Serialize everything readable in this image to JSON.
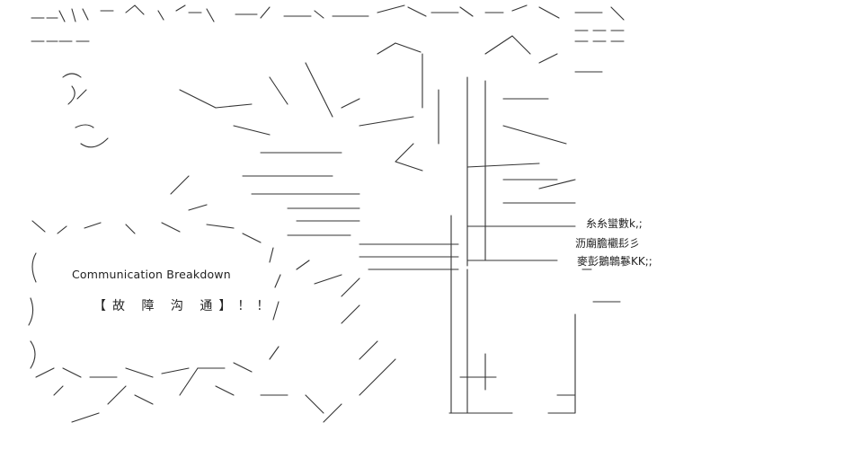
{
  "caption": {
    "english": "Communication Breakdown",
    "japanese": "【故 障 沟 通】！！"
  },
  "sound_effects": {
    "line1": "糸糸蠻數k,;",
    "line2": "沥廟膽欟髟彡",
    "line3": "麥彭鵝鷱鬖KK;;"
  },
  "art": {
    "ink_color": "#333333"
  }
}
